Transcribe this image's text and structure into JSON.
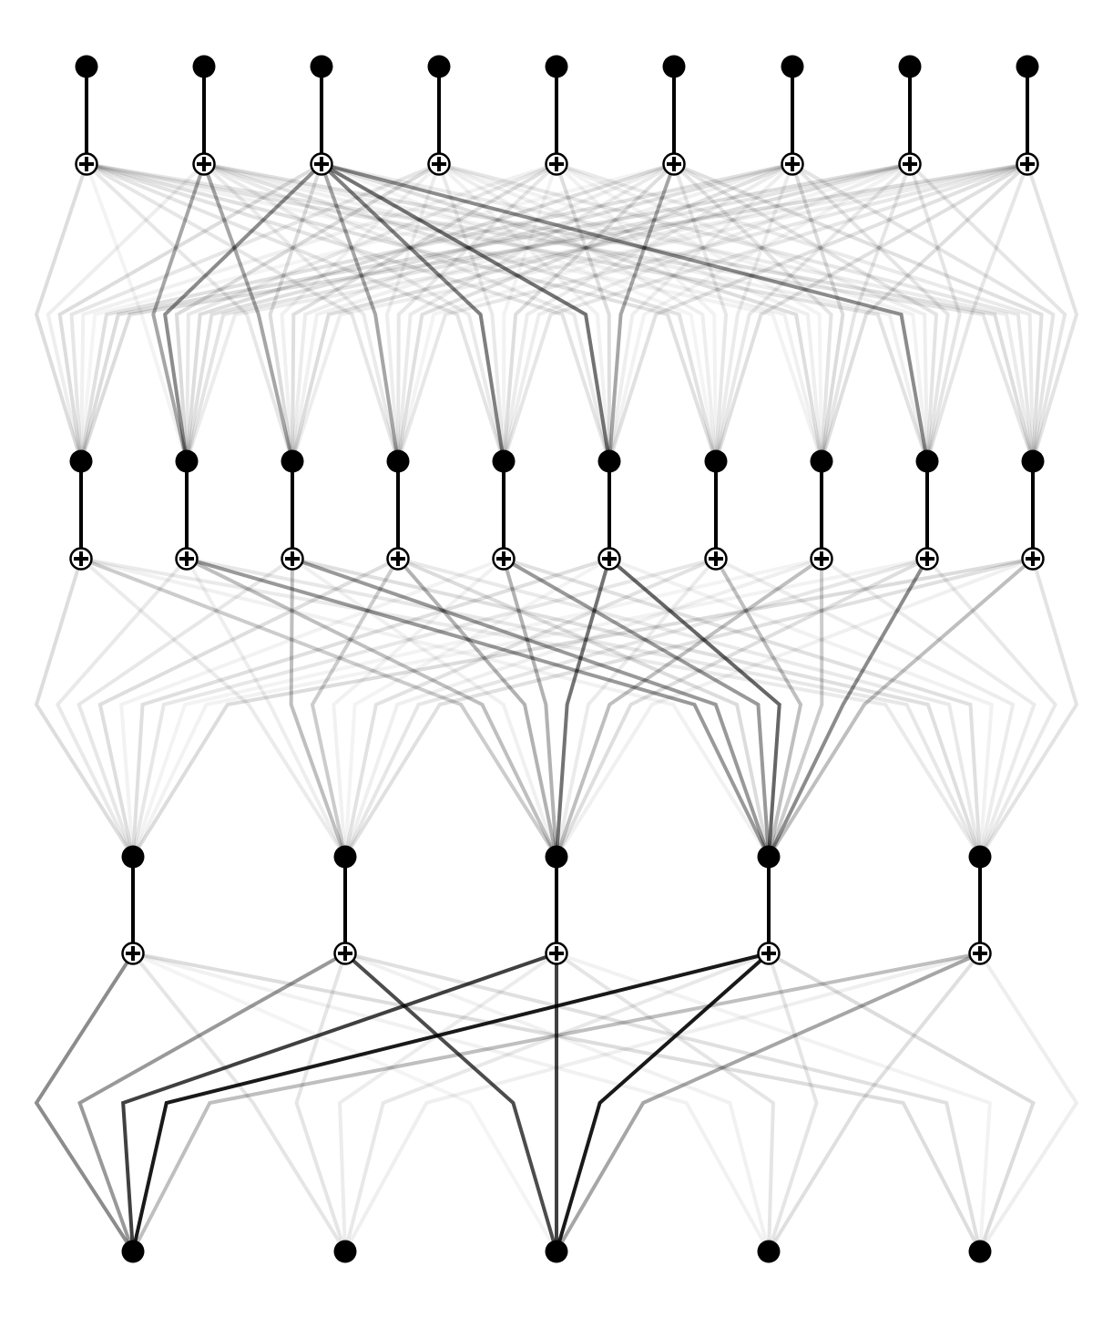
{
  "diagram": {
    "kind": "kan-network",
    "layer_widths": [
      9,
      10,
      5,
      5
    ],
    "colors": {
      "node": "#000000",
      "edge": "#000000",
      "background": "#ffffff"
    },
    "blocks": [
      {
        "in": 9,
        "out": 10,
        "icon": "sum-node-icon",
        "strong": [
          {
            "i": 2,
            "j": 5,
            "a": 0.55
          },
          {
            "i": 2,
            "j": 8,
            "a": 0.45
          },
          {
            "i": 2,
            "j": 4,
            "a": 0.5
          },
          {
            "i": 2,
            "j": 1,
            "a": 0.45
          },
          {
            "i": 2,
            "j": 3,
            "a": 0.35
          },
          {
            "i": 1,
            "j": 1,
            "a": 0.35
          },
          {
            "i": 1,
            "j": 2,
            "a": 0.35
          },
          {
            "i": 5,
            "j": 5,
            "a": 0.35
          }
        ]
      },
      {
        "in": 10,
        "out": 5,
        "icon": "sum-node-icon",
        "strong": [
          {
            "i": 5,
            "j": 2,
            "a": 0.55
          },
          {
            "i": 5,
            "j": 3,
            "a": 0.6
          },
          {
            "i": 8,
            "j": 3,
            "a": 0.45
          },
          {
            "i": 1,
            "j": 3,
            "a": 0.4
          },
          {
            "i": 2,
            "j": 3,
            "a": 0.4
          },
          {
            "i": 4,
            "j": 3,
            "a": 0.4
          },
          {
            "i": 9,
            "j": 3,
            "a": 0.25
          },
          {
            "i": 3,
            "j": 2,
            "a": 0.3
          },
          {
            "i": 4,
            "j": 2,
            "a": 0.3
          },
          {
            "i": 1,
            "j": 2,
            "a": 0.25
          },
          {
            "i": 7,
            "j": 2,
            "a": 0.25
          },
          {
            "i": 6,
            "j": 3,
            "a": 0.25
          },
          {
            "i": 2,
            "j": 1,
            "a": 0.25
          },
          {
            "i": 3,
            "j": 1,
            "a": 0.2
          },
          {
            "i": 0,
            "j": 2,
            "a": 0.2
          },
          {
            "i": 7,
            "j": 3,
            "a": 0.2
          }
        ]
      },
      {
        "in": 5,
        "out": 5,
        "icon": "sum-node-icon",
        "strong": [
          {
            "i": 0,
            "j": 0,
            "a": 0.45
          },
          {
            "i": 1,
            "j": 0,
            "a": 0.4
          },
          {
            "i": 2,
            "j": 0,
            "a": 0.75
          },
          {
            "i": 3,
            "j": 0,
            "a": 0.9
          },
          {
            "i": 4,
            "j": 0,
            "a": 0.25
          },
          {
            "i": 1,
            "j": 2,
            "a": 0.7
          },
          {
            "i": 2,
            "j": 2,
            "a": 0.75
          },
          {
            "i": 3,
            "j": 2,
            "a": 0.9
          },
          {
            "i": 4,
            "j": 2,
            "a": 0.35
          },
          {
            "i": 0,
            "j": 1,
            "a": 0.1
          },
          {
            "i": 1,
            "j": 1,
            "a": 0.1
          },
          {
            "i": 2,
            "j": 3,
            "a": 0.1
          },
          {
            "i": 3,
            "j": 3,
            "a": 0.1
          }
        ]
      }
    ]
  }
}
